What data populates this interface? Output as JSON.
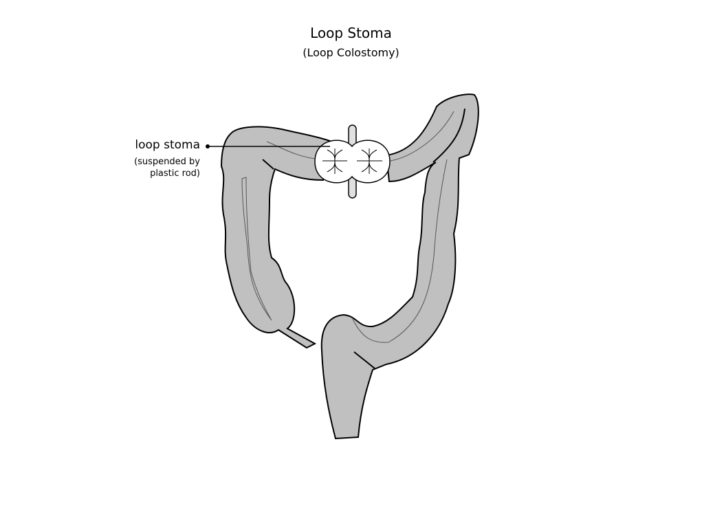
{
  "title": "Loop Stoma",
  "subtitle": "(Loop Colostomy)",
  "label": {
    "main": "loop stoma",
    "sub_line1": "(suspended by",
    "sub_line2": "plastic rod)"
  },
  "colors": {
    "colon": "#c0c0c0",
    "outline": "#000000",
    "stoma": "#ffffff",
    "rod": "#e0e0e0"
  }
}
